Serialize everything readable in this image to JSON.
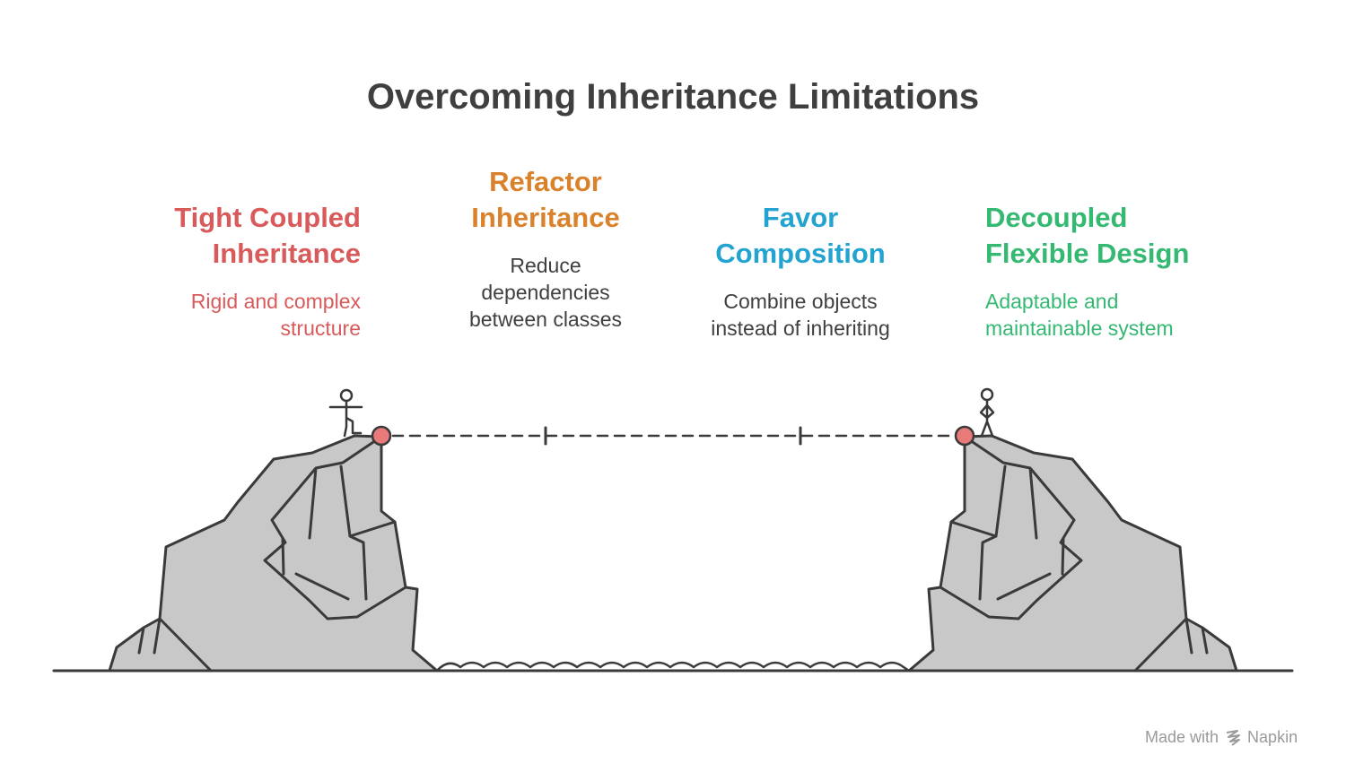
{
  "title": "Overcoming Inheritance Limitations",
  "stages": [
    {
      "heading_line1": "Tight Coupled",
      "heading_line2": "Inheritance",
      "desc_line1": "Rigid and complex",
      "desc_line2": "structure",
      "desc_line3": ""
    },
    {
      "heading_line1": "Refactor",
      "heading_line2": "Inheritance",
      "desc_line1": "Reduce",
      "desc_line2": "dependencies",
      "desc_line3": "between classes"
    },
    {
      "heading_line1": "Favor",
      "heading_line2": "Composition",
      "desc_line1": "Combine objects",
      "desc_line2": "instead of inheriting",
      "desc_line3": ""
    },
    {
      "heading_line1": "Decoupled",
      "heading_line2": "Flexible Design",
      "desc_line1": "Adaptable and",
      "desc_line2": "maintainable system",
      "desc_line3": ""
    }
  ],
  "colors": {
    "title": "#3f3f3f",
    "stage1": "#d85a5a",
    "stage2": "#d9822b",
    "stage3": "#22a3d0",
    "stage4": "#34b872",
    "rock_fill": "#c8c8c8",
    "outline": "#3a3a3a",
    "marker": "#e87a7a"
  },
  "icons": [
    "stick-figure-walking-icon",
    "stick-figure-standing-icon",
    "napkin-logo-icon"
  ],
  "credit": {
    "made_with": "Made with",
    "brand": "Napkin"
  }
}
